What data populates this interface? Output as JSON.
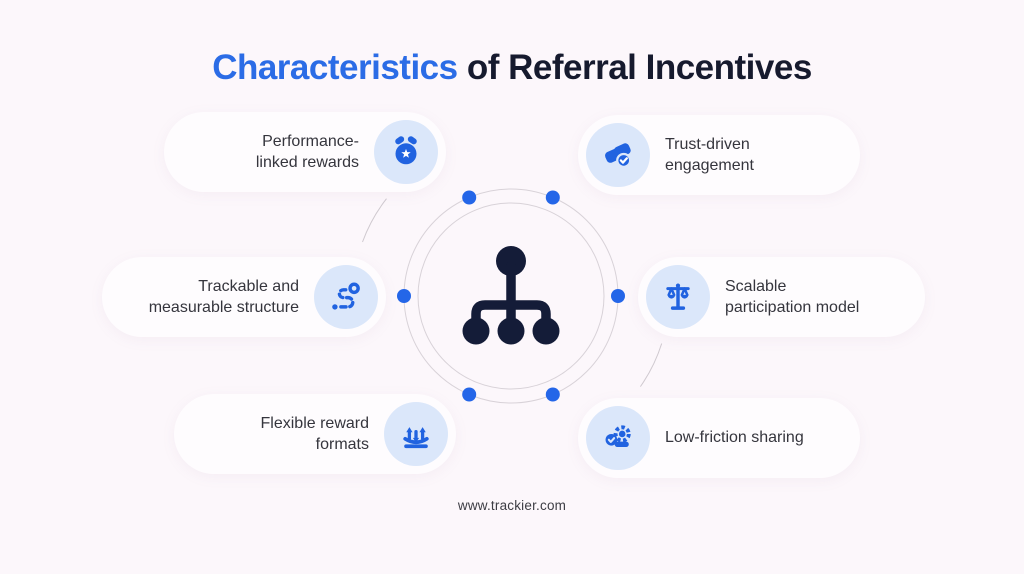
{
  "title": {
    "highlight": "Characteristics",
    "rest": " of Referral Incentives"
  },
  "items": [
    {
      "id": "performance-linked-rewards",
      "label": "Performance-\nlinked rewards",
      "icon": "medal-star-icon"
    },
    {
      "id": "trust-driven-engagement",
      "label": "Trust-driven\nengagement",
      "icon": "handshake-check-icon"
    },
    {
      "id": "trackable-measurable-structure",
      "label": "Trackable and\nmeasurable structure",
      "icon": "route-tracking-icon"
    },
    {
      "id": "scalable-participation-model",
      "label": "Scalable\nparticipation model",
      "icon": "balance-scale-icon"
    },
    {
      "id": "flexible-reward-formats",
      "label": "Flexible reward\nformats",
      "icon": "flex-arrows-icon"
    },
    {
      "id": "low-friction-sharing",
      "label": "Low-friction sharing",
      "icon": "gears-check-icon"
    }
  ],
  "hub": {
    "icon": "hierarchy-icon",
    "dot_count": 6
  },
  "footer": {
    "url": "www.trackier.com"
  },
  "colors": {
    "background": "#fcf7fb",
    "pill": "#fefcfe",
    "icon_circle": "#dbe7fa",
    "accent_blue": "#2163e0",
    "title_blue": "#2b6ce6",
    "navy": "#141c38",
    "label_text": "#35353d",
    "ring_stroke": "#d8d2d8"
  }
}
